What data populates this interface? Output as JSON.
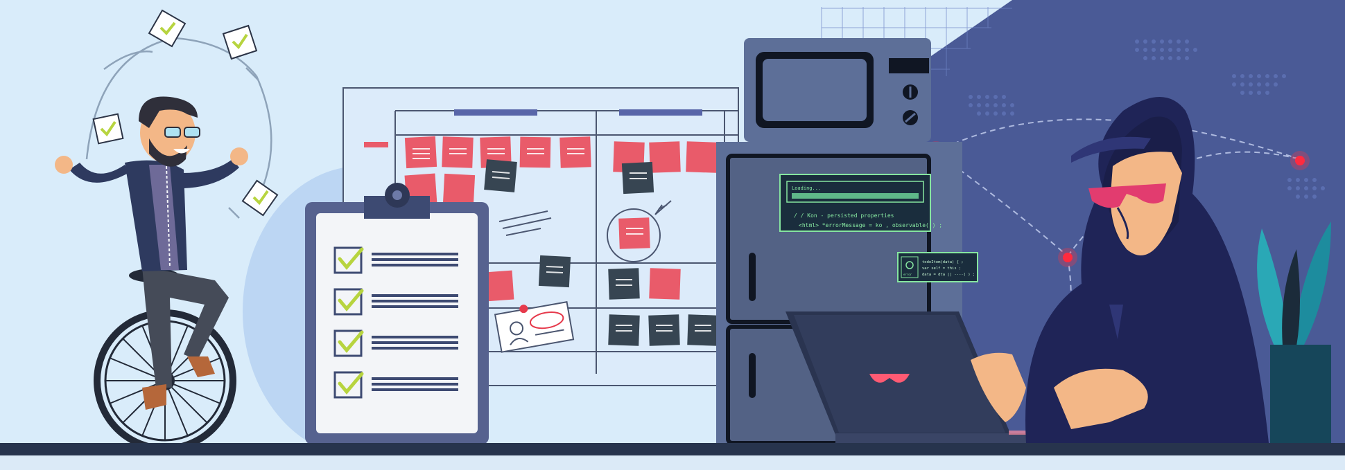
{
  "scene": {
    "description_tokens": "illustration",
    "colors": {
      "sky": "#d9ecfa",
      "panel_blue": "#4a5a96",
      "navy": "#1f2b46",
      "hood": "#1f2457",
      "sticky_red": "#e95b6a",
      "sticky_dark": "#374552",
      "check_green": "#b7d43f",
      "cabinet": "#5d6f98",
      "terminal_bg": "#1a2d3d",
      "terminal_text": "#86e6a0",
      "plant": "#2aa8b6",
      "floor": "#27344d"
    }
  },
  "terminal_main": {
    "loading_label": "Loading...",
    "line1": "/ / Kon - persisted properties",
    "line2": "<html> *errorMessage = ko , observable( ) ;"
  },
  "terminal_small": {
    "icon_label": "error",
    "line1": "todoItem(data) { ;",
    "line2": "var self = this ;",
    "line3": "data = dta || ----( ) ;"
  }
}
